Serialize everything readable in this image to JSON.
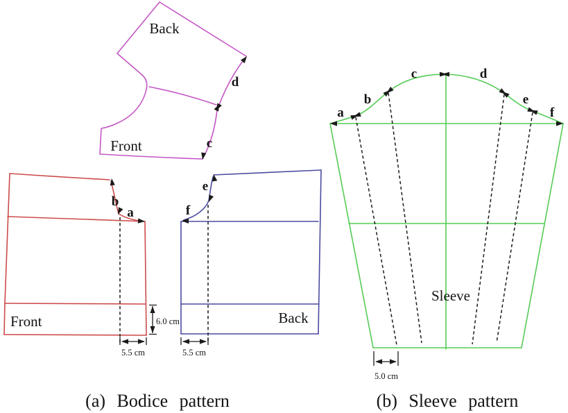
{
  "colors": {
    "bodice_yoke": "#c457c4",
    "bodice_front": "#cd4a4a",
    "bodice_back": "#4a4aa0",
    "sleeve": "#55cb55",
    "ink": "#1b1b1b"
  },
  "bodice": {
    "caption": "(a) Bodice pattern",
    "yoke": {
      "back_label": "Back",
      "front_label": "Front",
      "segment_c": "c",
      "segment_d": "d"
    },
    "front_piece": {
      "label": "Front",
      "segment_a": "a",
      "segment_b": "b",
      "hem_depth": "6.0 cm",
      "slash_offset": "5.5 cm"
    },
    "back_piece": {
      "label": "Back",
      "segment_e": "e",
      "segment_f": "f",
      "slash_offset": "5.5 cm"
    }
  },
  "sleeve": {
    "caption": "(b) Sleeve pattern",
    "label": "Sleeve",
    "segment_a": "a",
    "segment_b": "b",
    "segment_c": "c",
    "segment_d": "d",
    "segment_e": "e",
    "segment_f": "f",
    "slash_offset": "5.0 cm"
  }
}
